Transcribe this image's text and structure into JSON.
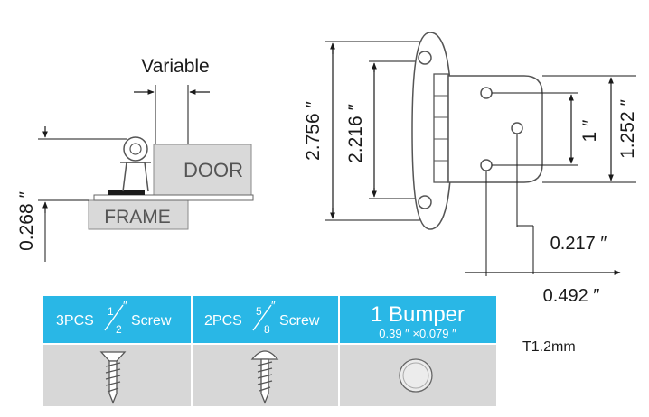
{
  "side_view": {
    "variable_label": "Variable",
    "door_label": "DOOR",
    "frame_label": "FRAME",
    "height_dim": "0.268 ″"
  },
  "front_view": {
    "overall_height_dim": "2.756 ″",
    "hole_spacing_dim": "2.216 ″",
    "leaf_height_dim": "1.252 ″",
    "leaf_hole_spacing_dim": "1 ″",
    "offset_small_dim": "0.217 ″",
    "offset_large_dim": "0.492 ″"
  },
  "accessories": {
    "items": [
      {
        "prefix": "3PCS",
        "frac_num": "1",
        "frac_den": "2",
        "suffix": "Screw"
      },
      {
        "prefix": "2PCS",
        "frac_num": "5",
        "frac_den": "8",
        "suffix": "Screw"
      },
      {
        "title": "1 Bumper",
        "subtitle": "0.39 ″ ×0.079 ″"
      }
    ],
    "thickness_note": "T1.2mm"
  },
  "colors": {
    "header_blue": "#29b7e6",
    "body_gray": "#d7d7d7",
    "part_gray": "#d9d9d9"
  }
}
